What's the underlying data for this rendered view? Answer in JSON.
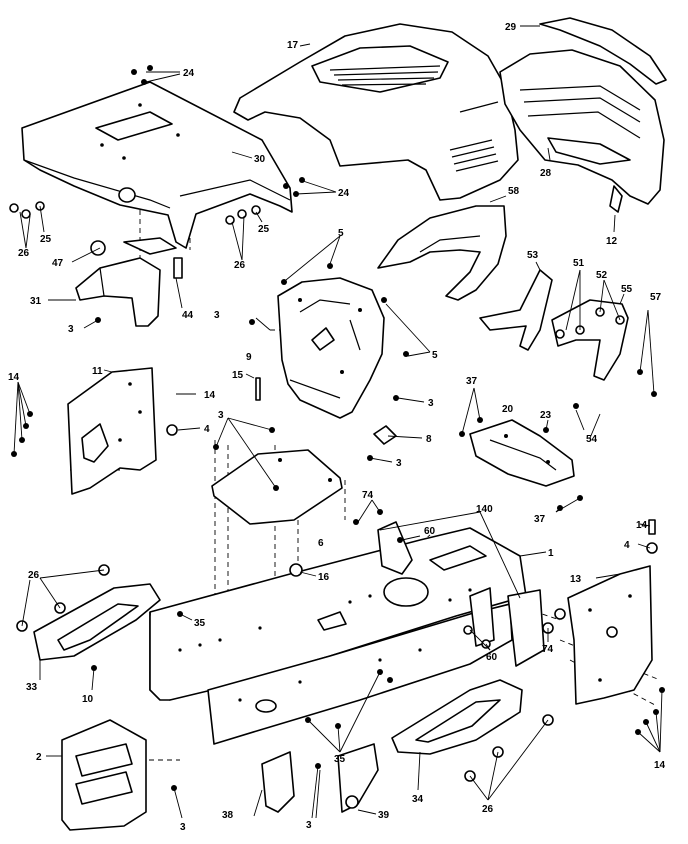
{
  "diagram": {
    "callouts": {
      "c1": "1",
      "c2": "2",
      "c3a": "3",
      "c3b": "3",
      "c3c": "3",
      "c3d": "3",
      "c3e": "3",
      "c3f": "3",
      "c3g": "3",
      "c4a": "4",
      "c4b": "4",
      "c5a": "5",
      "c5b": "5",
      "c6": "6",
      "c8": "8",
      "c9": "9",
      "c10": "10",
      "c11": "11",
      "c12": "12",
      "c13": "13",
      "c14a": "14",
      "c14b": "14",
      "c14c": "14",
      "c14d": "14",
      "c15": "15",
      "c16": "16",
      "c17": "17",
      "c20": "20",
      "c23": "23",
      "c24a": "24",
      "c24b": "24",
      "c25a": "25",
      "c25b": "25",
      "c26a": "26",
      "c26b": "26",
      "c26c": "26",
      "c26d": "26",
      "c28": "28",
      "c29": "29",
      "c30": "30",
      "c31": "31",
      "c33": "33",
      "c34": "34",
      "c35a": "35",
      "c35b": "35",
      "c37a": "37",
      "c37b": "37",
      "c38": "38",
      "c39": "39",
      "c44": "44",
      "c47": "47",
      "c51": "51",
      "c52": "52",
      "c53": "53",
      "c54": "54",
      "c55": "55",
      "c57": "57",
      "c58": "58",
      "c60a": "60",
      "c60b": "60",
      "c74a": "74",
      "c74b": "74",
      "c140": "140"
    }
  }
}
